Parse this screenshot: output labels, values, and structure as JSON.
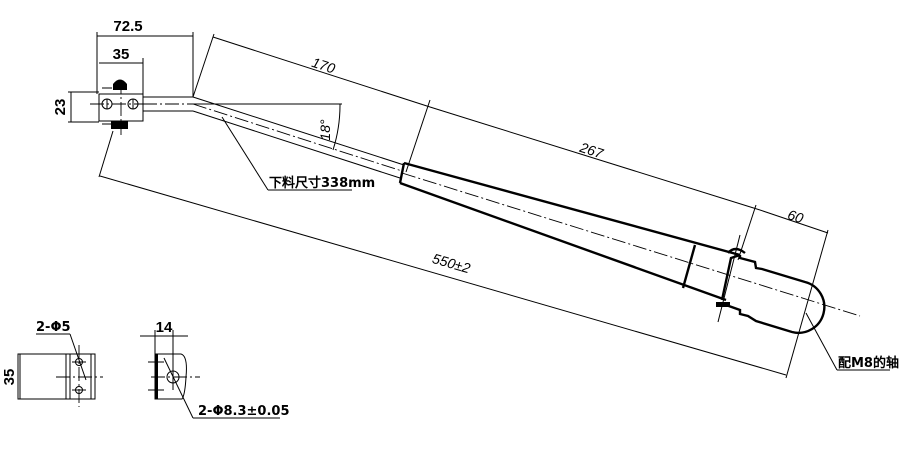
{
  "drawing": {
    "type": "wiper arm engineering drawing",
    "background": "#ffffff",
    "line_color": "#000000"
  },
  "dimensions": {
    "clamp_width": "72.5",
    "clamp_hole_spacing": "35",
    "clamp_height": "23",
    "rod_length": "170",
    "bend_angle": "18°",
    "arm_length": "267",
    "tip_length": "60",
    "overall_length": "550±2",
    "bracket_height": "35",
    "bracket_thickness": "14"
  },
  "notes": {
    "blank_length": "下料尺寸338mm",
    "shaft_fit": "配M8的轴",
    "small_holes": "2-Φ5",
    "large_holes": "2-Φ8.3±0.05"
  }
}
